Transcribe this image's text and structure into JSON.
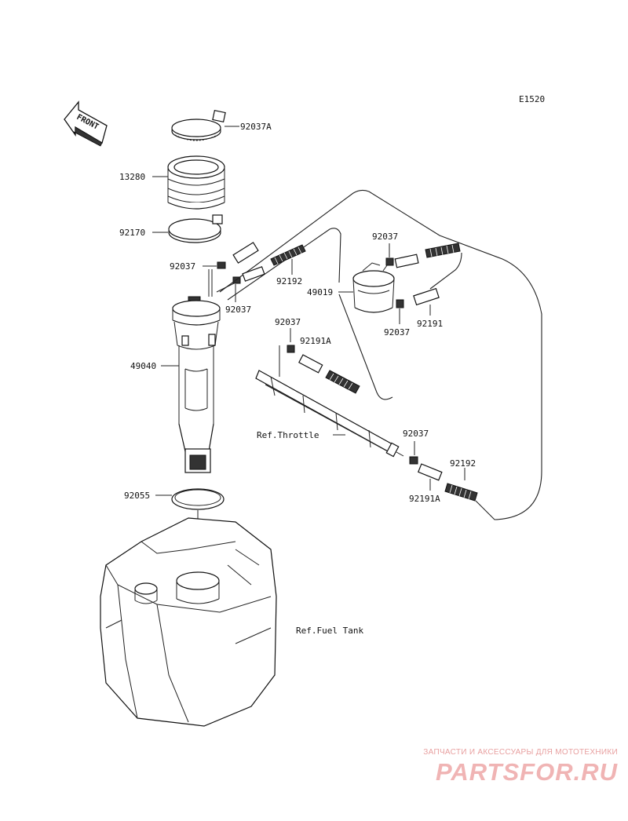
{
  "diagram_code": "E1520",
  "front_label": "FRONT",
  "parts": {
    "clamp_top": "92037A",
    "boot": "13280",
    "clamp_lower": "92170",
    "clip_left_top": "92037",
    "clip_left_mid": "92037",
    "hose_upper": "92192",
    "filter_clip_top": "92037",
    "filter": "49019",
    "filter_clip_bottom": "92037",
    "hose_filter_out": "92191",
    "pump_assembly": "49040",
    "clip_rail": "92037",
    "hose_rail": "92191A",
    "clip_lower_right": "92037",
    "hose_lower_right": "92192",
    "hose_lower_a": "92191A",
    "gasket": "92055"
  },
  "references": {
    "throttle": "Ref.Throttle",
    "fuel_tank": "Ref.Fuel Tank"
  },
  "watermark": {
    "subtitle": "ЗАПЧАСТИ И АКСЕССУАРЫ ДЛЯ МОТОТЕХНИКИ",
    "brand": "PARTSFOR.RU"
  }
}
